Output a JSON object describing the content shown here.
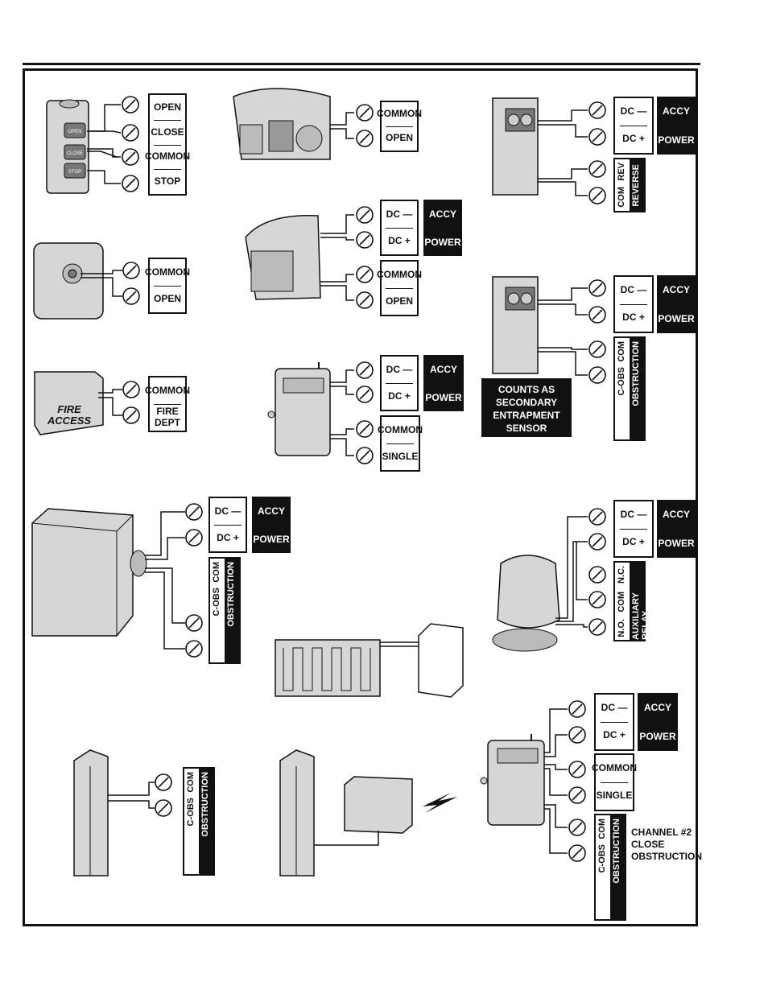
{
  "labels": {
    "open": "OPEN",
    "close": "CLOSE",
    "common": "COMMON",
    "stop": "STOP",
    "fire": "FIRE",
    "dept": "DEPT",
    "single": "SINGLE",
    "dc_minus": "DC —",
    "dc_plus": "DC +",
    "accy": "ACCY",
    "power": "POWER",
    "rev": "REV",
    "reverse": "REVERSE",
    "com": "COM",
    "c_obs": "C-OBS",
    "obstruction": "OBSTRUCTION",
    "nc": "N.C.",
    "no": "N.O.",
    "auxiliary_relay": "AUXILIARY RELAY"
  },
  "control_station": {
    "buttons": [
      "OPEN",
      "CLOSE",
      "STOP"
    ]
  },
  "fire_box": {
    "line1": "FIRE",
    "line2": "ACCESS"
  },
  "secondary_sensor_note": {
    "lines": [
      "COUNTS AS",
      "SECONDARY",
      "ENTRAPMENT",
      "SENSOR"
    ]
  },
  "channel_note": {
    "lines": [
      "CHANNEL #2",
      "CLOSE",
      "OBSTRUCTION"
    ]
  },
  "colors": {
    "ink": "#111111",
    "device_fill": "#d9d9d9",
    "device_dark": "#9a9a9a"
  }
}
